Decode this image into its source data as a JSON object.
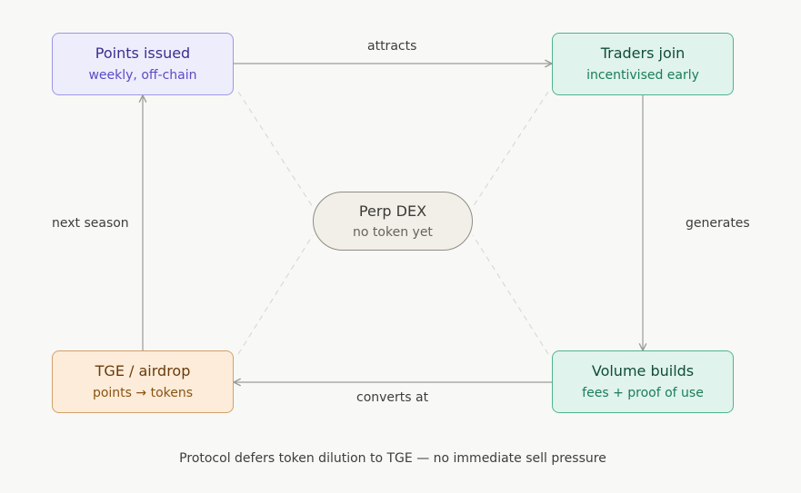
{
  "nodes": {
    "points": {
      "title": "Points issued",
      "subtitle": "weekly, off-chain"
    },
    "traders": {
      "title": "Traders join",
      "subtitle": "incentivised early"
    },
    "volume": {
      "title": "Volume builds",
      "subtitle": "fees + proof of use"
    },
    "tge": {
      "title": "TGE / airdrop",
      "subtitle": "points → tokens"
    },
    "center": {
      "title": "Perp DEX",
      "subtitle": "no token yet"
    }
  },
  "edges": {
    "attracts": "attracts",
    "generates": "generates",
    "converts": "converts at",
    "next": "next season"
  },
  "footer": "Protocol defers token dilution to TGE — no immediate sell pressure",
  "colors": {
    "arrow": "#9a9a96",
    "dashed": "#d4d4d0",
    "background": "#f8f8f6"
  }
}
